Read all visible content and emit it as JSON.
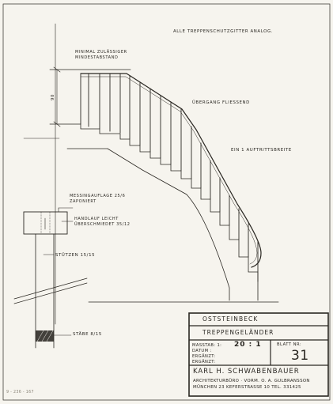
{
  "header_note": "ALLE TREPPENSCHUTZGITTER ANALOG.",
  "annotations": {
    "min_spacing": [
      "MINIMAL ZULÄSSIGER",
      "MINDESTABSTAND"
    ],
    "height_dim": "90",
    "transition": "ÜBERGANG FLIESSEND",
    "tread_width": "EIN 1 AUFTRITTSBREITE",
    "brass_cap": [
      "MESSINGAUFLAGE 25/6",
      "ZAPONIERT"
    ],
    "handrail": [
      "HANDLAUF LEICHT",
      "ÜBERSCHMIEDET 35/12"
    ],
    "posts": "STÜTZEN 15/15",
    "bars": "STÄBE 8/15"
  },
  "title_block": {
    "project": "OSTSTEINBECK",
    "subject": "TREPPENGELÄNDER",
    "scale_label": "MASSTAB: 1:",
    "scale_value": "20 : 1",
    "date_label": "DATUM :",
    "supplemented_label_1": "ERGÄNZT:",
    "supplemented_label_2": "ERGÄNZT:",
    "sheet_label": "BLATT NR:",
    "sheet_number": "31",
    "firm_name": "KARL H. SCHWABENBAUER",
    "firm_line": "ARCHITEKTURBÜRO · VORM. O. A. GULBRANSSON",
    "firm_address": "MÜNCHEN 23   KEFERSTRASSE 10   TEL. 331425"
  },
  "archive_mark": "9 - 236 - 167"
}
